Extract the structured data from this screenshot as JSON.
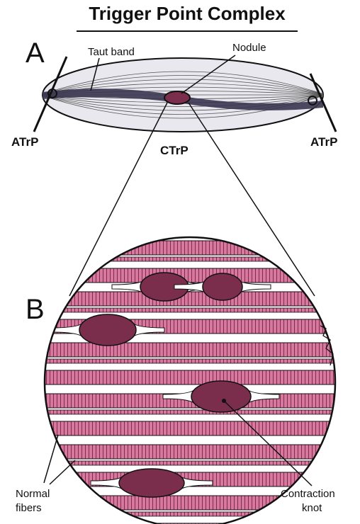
{
  "title": "Trigger Point Complex",
  "panel_a": {
    "letter": "A",
    "labels": {
      "taut_band": "Taut band",
      "nodule": "Nodule",
      "atrp_left": "ATrP",
      "ctrp": "CTrP",
      "atrp_right": "ATrP"
    }
  },
  "panel_b": {
    "letter": "B",
    "labels": {
      "normal_fibers_1": "Normal",
      "normal_fibers_2": "fibers",
      "contraction_knot_1": "Contraction",
      "contraction_knot_2": "knot"
    }
  },
  "colors": {
    "fiber_pink": "#d9789e",
    "knot_dark": "#7a2e4c",
    "muscle_gray": "#cfcfd6",
    "band_dark": "#3a3550",
    "outline": "#111111"
  }
}
